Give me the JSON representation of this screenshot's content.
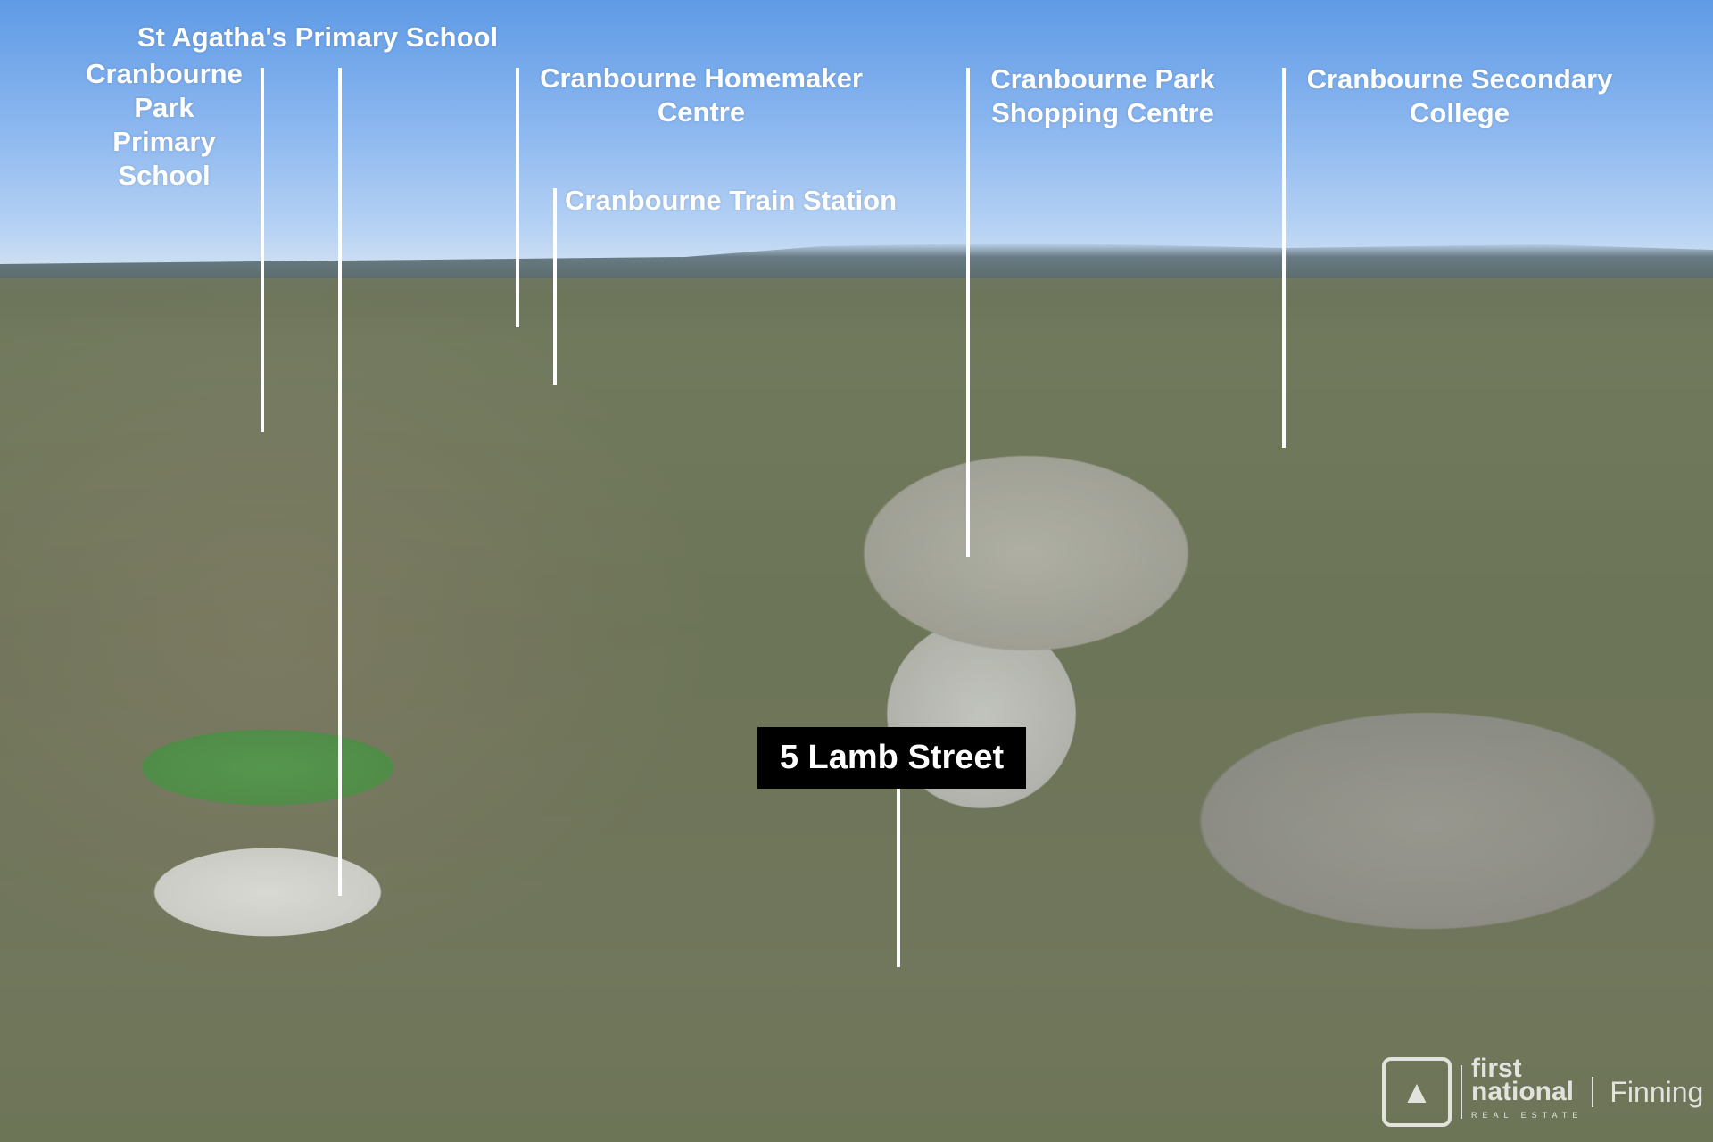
{
  "labels": {
    "st_agathas": "St Agatha's Primary School",
    "cranbourne_park_primary": [
      "Cranbourne",
      "Park",
      "Primary",
      "School"
    ],
    "homemaker": [
      "Cranbourne Homemaker",
      "Centre"
    ],
    "train_station": "Cranbourne Train Station",
    "park_shopping": [
      "Cranbourne Park",
      "Shopping Centre"
    ],
    "secondary_college": [
      "Cranbourne Secondary",
      "College"
    ]
  },
  "property": {
    "address": "5 Lamb Street"
  },
  "watermark": {
    "brand_top": "first",
    "brand_bottom": "national",
    "tagline": "REAL ESTATE",
    "office": "Finning"
  }
}
